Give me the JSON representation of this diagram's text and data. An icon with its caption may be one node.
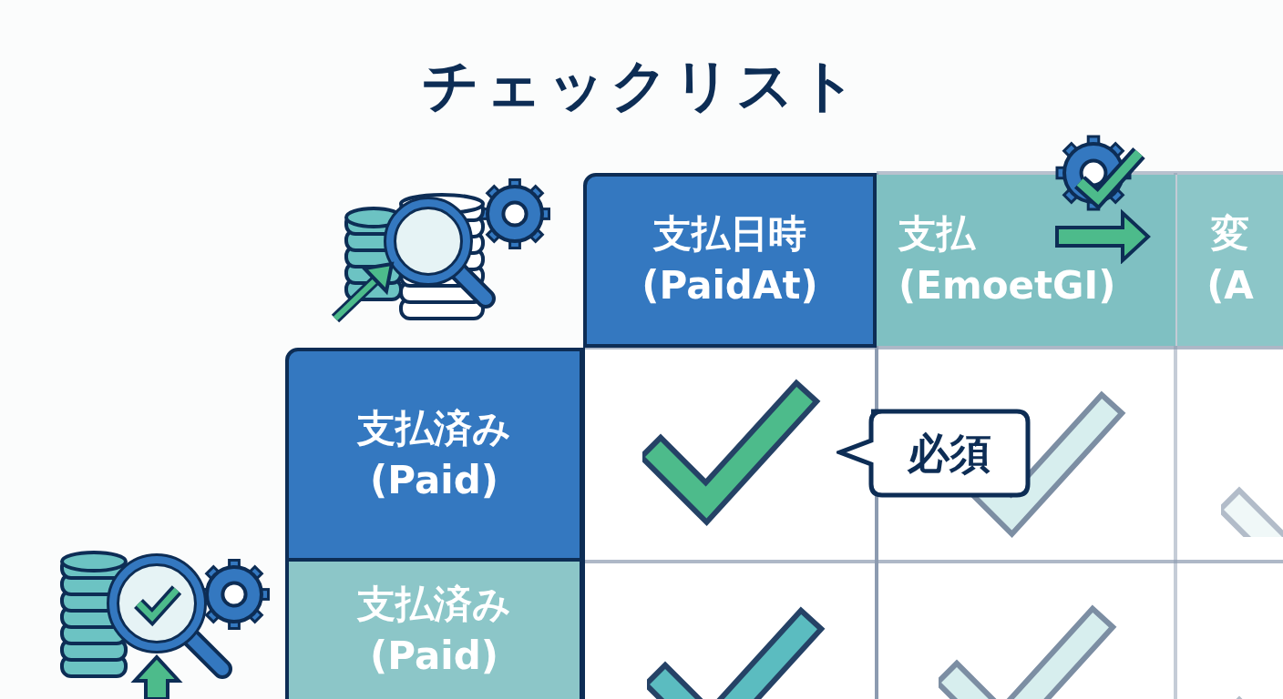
{
  "diagram": {
    "title": "チェックリスト",
    "labels": [
      "支払日時 (PaidAt)",
      "支払 (EmoetGI)",
      "変 (A",
      "支払済み (Paid)",
      "必須",
      "支払済み (Paid)"
    ]
  }
}
